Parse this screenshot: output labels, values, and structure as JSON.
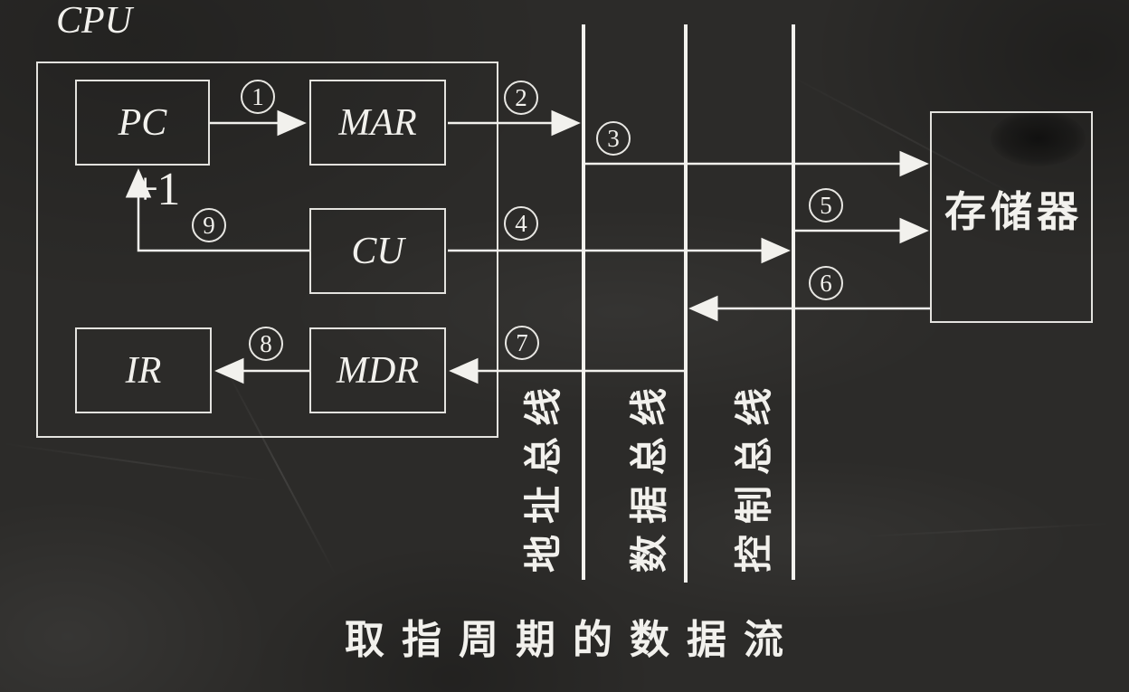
{
  "title": "取指周期的数据流",
  "cpu": {
    "label": "CPU"
  },
  "registers": {
    "pc": {
      "label": "PC"
    },
    "mar": {
      "label": "MAR"
    },
    "cu": {
      "label": "CU"
    },
    "ir": {
      "label": "IR"
    },
    "mdr": {
      "label": "MDR"
    }
  },
  "memory": {
    "label": "存储器"
  },
  "buses": {
    "address": {
      "label": "地址总线"
    },
    "data": {
      "label": "数据总线"
    },
    "control": {
      "label": "控制总线"
    }
  },
  "increment": {
    "label": "+1"
  },
  "steps": [
    {
      "label": "1",
      "from": "PC",
      "to": "MAR"
    },
    {
      "label": "2",
      "from": "MAR",
      "to": "地址总线"
    },
    {
      "label": "3",
      "from": "地址总线",
      "to": "存储器"
    },
    {
      "label": "4",
      "from": "CU",
      "to": "控制总线"
    },
    {
      "label": "5",
      "from": "控制总线",
      "to": "存储器"
    },
    {
      "label": "6",
      "from": "存储器",
      "to": "数据总线"
    },
    {
      "label": "7",
      "from": "数据总线",
      "to": "MDR"
    },
    {
      "label": "8",
      "from": "MDR",
      "to": "IR"
    },
    {
      "label": "9",
      "from": "CU",
      "to": "PC"
    }
  ],
  "colors": {
    "background": "#2c2b29",
    "chalk": "#f2f1ed"
  }
}
